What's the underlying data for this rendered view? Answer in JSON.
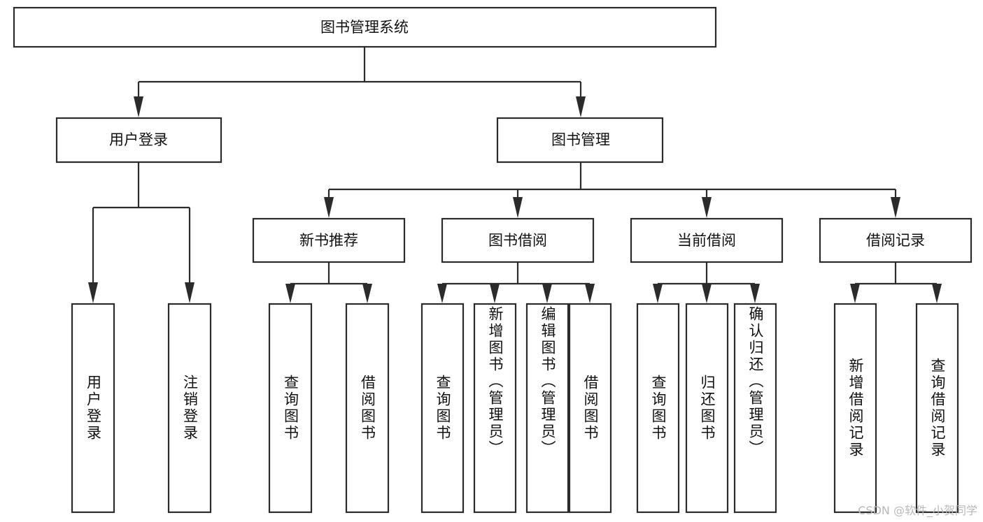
{
  "diagram": {
    "type": "tree-hierarchy",
    "root": {
      "id": "root",
      "label": "图书管理系统",
      "orientation": "horizontal"
    },
    "level2": [
      {
        "id": "user-login",
        "label": "用户登录",
        "orientation": "horizontal"
      },
      {
        "id": "book-manage",
        "label": "图书管理",
        "orientation": "horizontal"
      }
    ],
    "level3": [
      {
        "id": "new-book-rec",
        "label": "新书推荐",
        "orientation": "horizontal",
        "parent": "book-manage"
      },
      {
        "id": "book-borrow",
        "label": "图书借阅",
        "orientation": "horizontal",
        "parent": "book-manage"
      },
      {
        "id": "current-borrow",
        "label": "当前借阅",
        "orientation": "horizontal",
        "parent": "book-manage"
      },
      {
        "id": "borrow-record",
        "label": "借阅记录",
        "orientation": "horizontal",
        "parent": "book-manage"
      }
    ],
    "leaves": [
      {
        "id": "leaf-user-login",
        "label": "用户登录",
        "orientation": "vertical",
        "parent": "user-login"
      },
      {
        "id": "leaf-user-logout",
        "label": "注销登录",
        "orientation": "vertical",
        "parent": "user-login"
      },
      {
        "id": "leaf-query-book-1",
        "label": "查询图书",
        "orientation": "vertical",
        "parent": "new-book-rec"
      },
      {
        "id": "leaf-borrow-book-1",
        "label": "借阅图书",
        "orientation": "vertical",
        "parent": "new-book-rec"
      },
      {
        "id": "leaf-query-book-2",
        "label": "查询图书",
        "orientation": "vertical",
        "parent": "book-borrow"
      },
      {
        "id": "leaf-add-book",
        "label": "新增图书（管理员）",
        "orientation": "vertical",
        "parent": "book-borrow"
      },
      {
        "id": "leaf-edit-book",
        "label": "编辑图书（管理员）",
        "orientation": "vertical",
        "parent": "book-borrow"
      },
      {
        "id": "leaf-borrow-book-2",
        "label": "借阅图书",
        "orientation": "vertical",
        "parent": "book-borrow"
      },
      {
        "id": "leaf-query-book-3",
        "label": "查询图书",
        "orientation": "vertical",
        "parent": "current-borrow"
      },
      {
        "id": "leaf-return-book",
        "label": "归还图书",
        "orientation": "vertical",
        "parent": "current-borrow"
      },
      {
        "id": "leaf-confirm-return",
        "label": "确认归还（管理员）",
        "orientation": "vertical",
        "parent": "current-borrow"
      },
      {
        "id": "leaf-add-record",
        "label": "新增借阅记录",
        "orientation": "vertical",
        "parent": "borrow-record"
      },
      {
        "id": "leaf-query-record",
        "label": "查询借阅记录",
        "orientation": "vertical",
        "parent": "borrow-record"
      }
    ]
  },
  "watermark": {
    "text": "CSDN @软件_小贺同学"
  },
  "colors": {
    "stroke": "#2b2b2b",
    "fill": "#ffffff",
    "text": "#111111",
    "watermark": "#b9b9b9",
    "background": "#ffffff"
  }
}
